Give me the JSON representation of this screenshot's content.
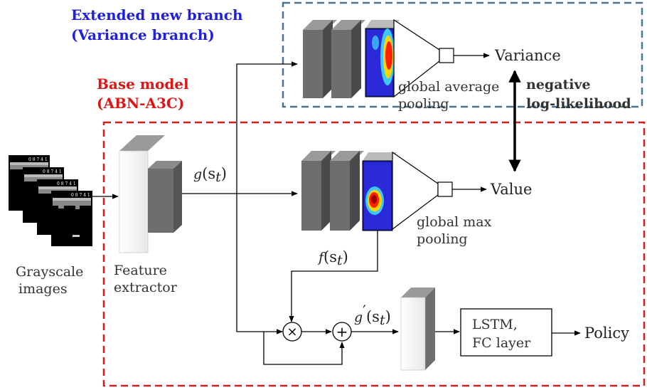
{
  "variance_branch": {
    "title_line1": "Extended new branch",
    "title_line2": "(Variance branch)",
    "pooling_line1": "global average",
    "pooling_line2": "pooling",
    "output": "Variance"
  },
  "base_model": {
    "title_line1": "Base model",
    "title_line2": "(ABN-A3C)",
    "pooling_line1": "global max",
    "pooling_line2": "pooling",
    "output": "Value"
  },
  "loss": {
    "line1": "negative",
    "line2": "log-likelihood"
  },
  "input": {
    "line1": "Grayscale",
    "line2": "images",
    "score": "0 8 7  4  1"
  },
  "feature_extractor": {
    "line1": "Feature",
    "line2": "extractor"
  },
  "symbols": {
    "g_fn": "g",
    "g_arg": "(s",
    "g_sub": "t",
    "g_close": ")",
    "f_fn": "f",
    "f_arg": "(s",
    "f_sub": "t",
    "f_close": ")",
    "gp_fn": "g",
    "gp_prime": "′",
    "gp_arg": "(s",
    "gp_sub": "t",
    "gp_close": ")",
    "multiply": "×",
    "add": "+"
  },
  "lstm": {
    "line1": "LSTM,",
    "line2": "FC layer"
  },
  "policy": "Policy",
  "colors": {
    "variance_box": "#4a7390",
    "base_box": "#d81e1e",
    "blue_title": "#1f1fe0",
    "red_title": "#e01515",
    "block_front": "#ffffff",
    "block_side": "#6e6e6e"
  }
}
